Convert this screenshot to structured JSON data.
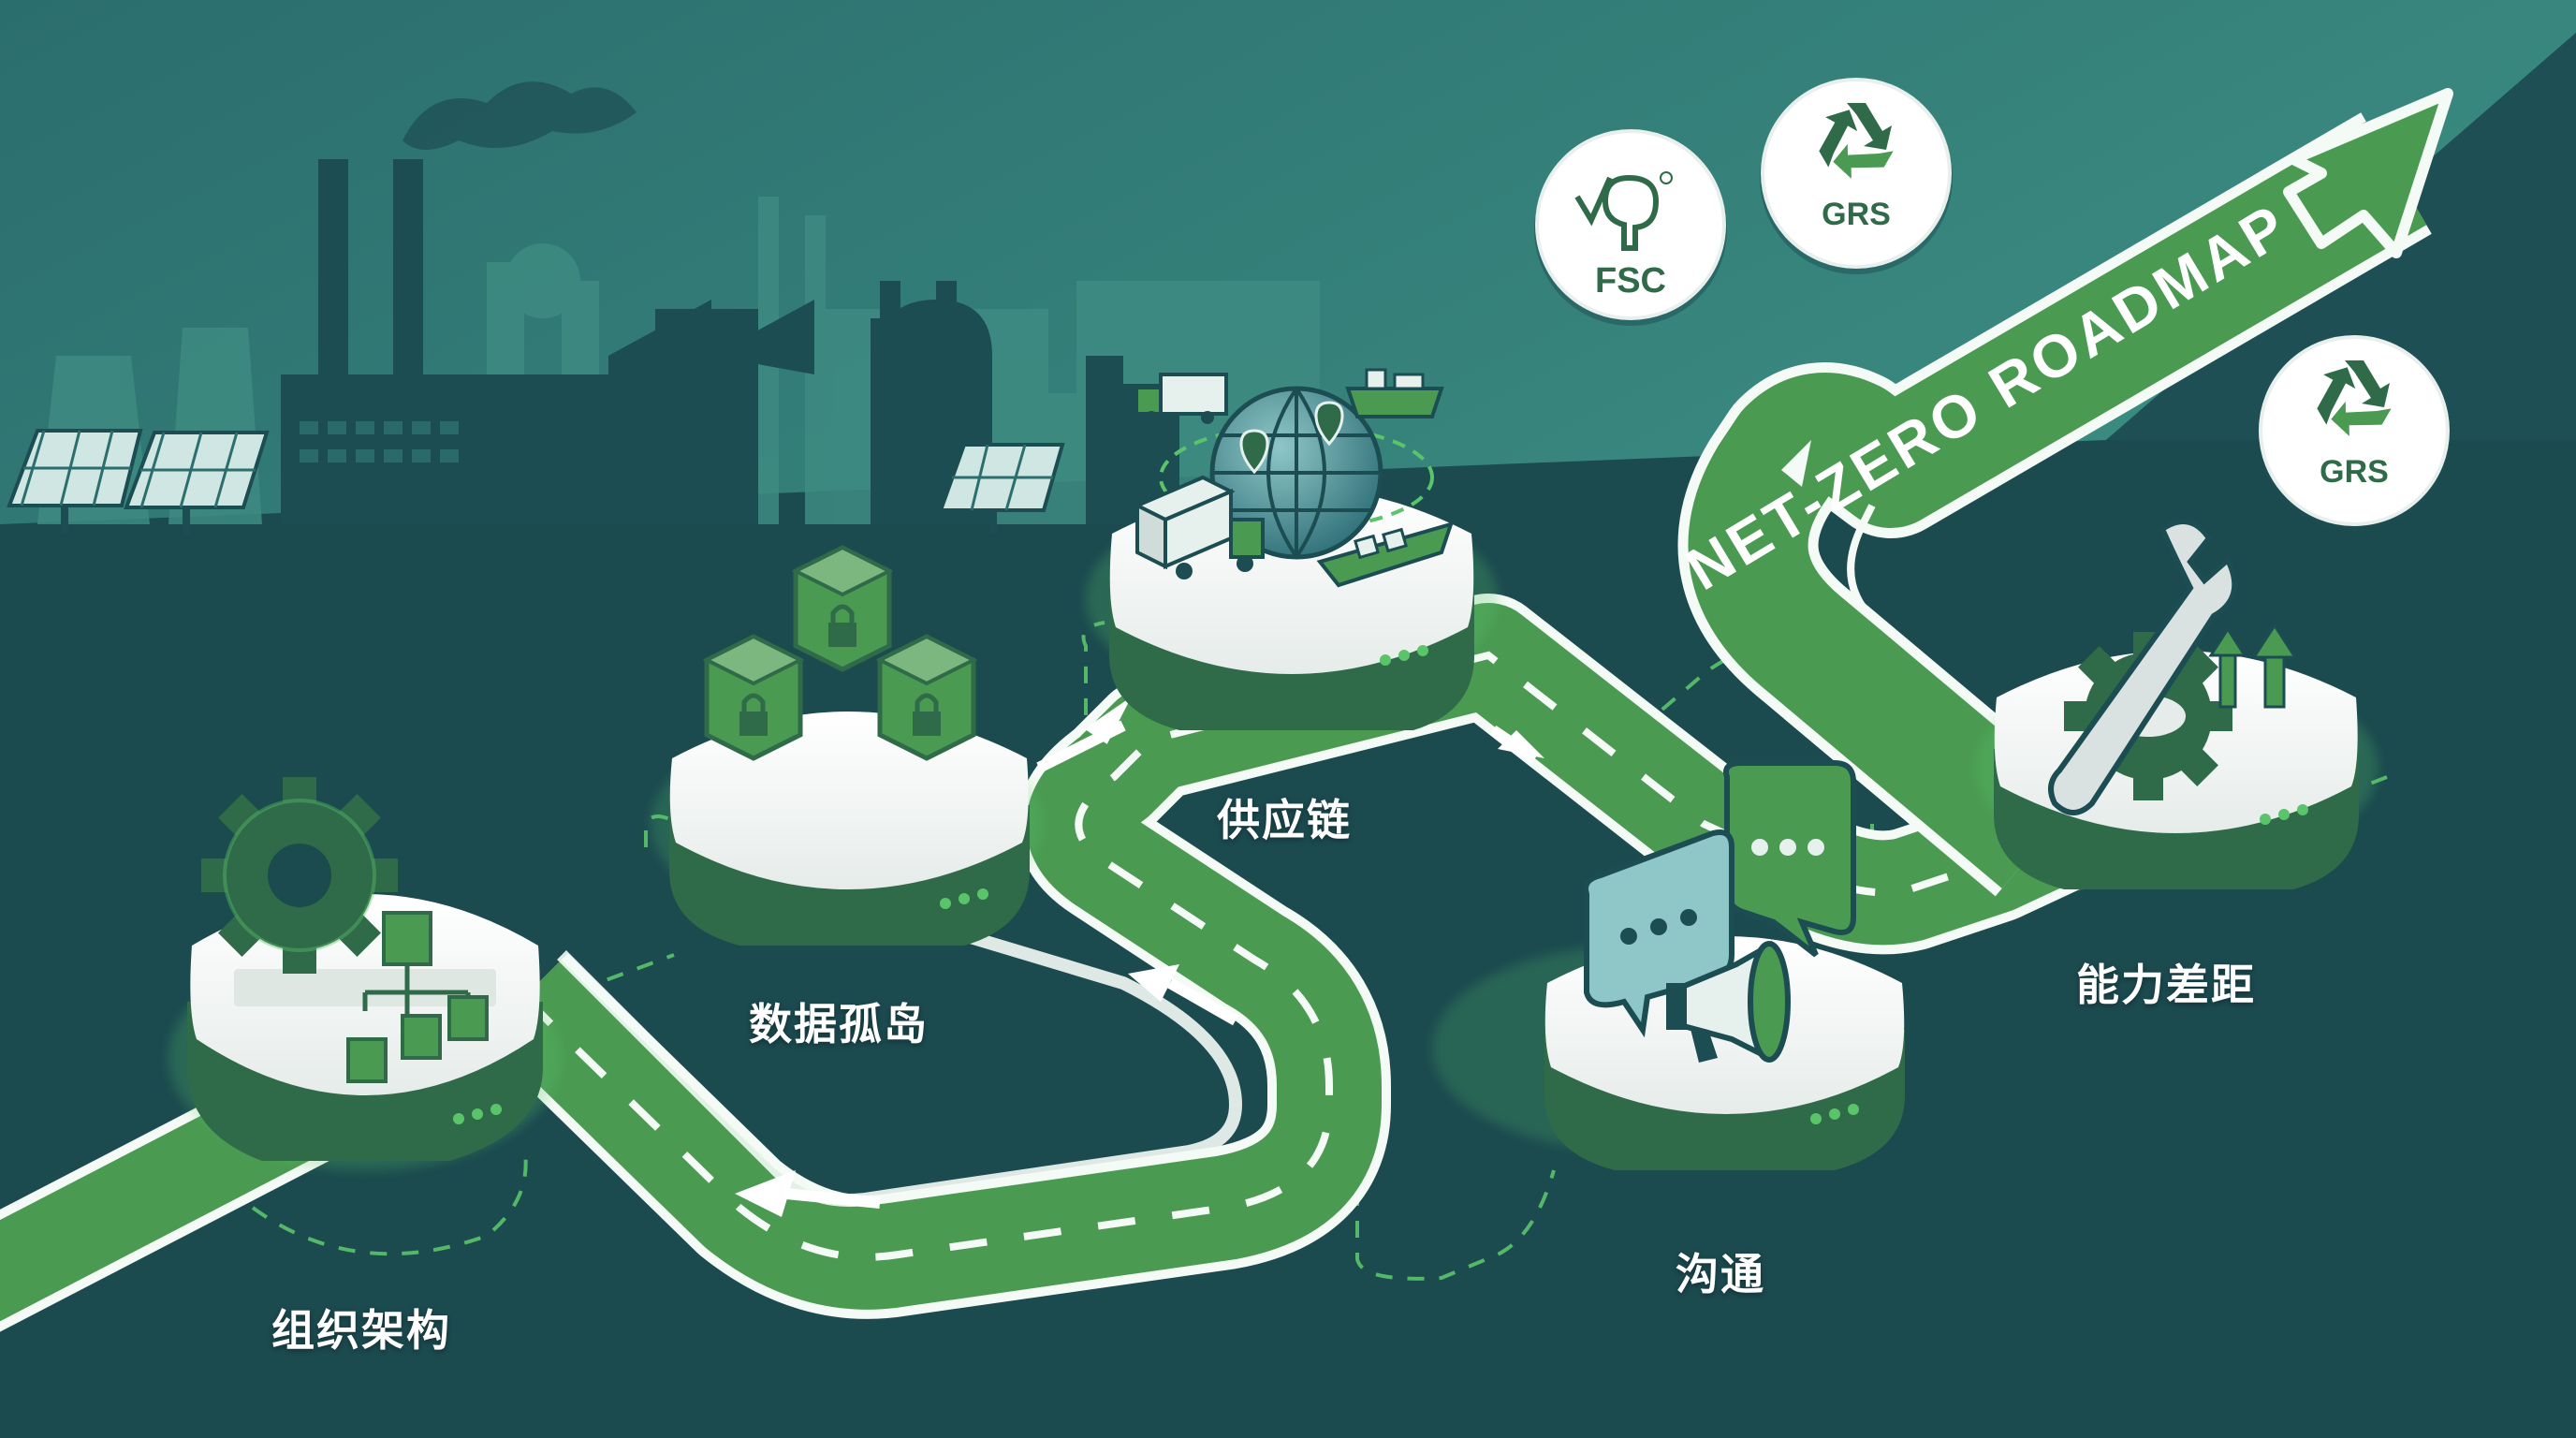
{
  "roadmap": {
    "arrow_label": "NET-ZERO ROADMAP",
    "stages": [
      {
        "label": "组织架构",
        "icon": "org-chart-gear-icon"
      },
      {
        "label": "数据孤岛",
        "icon": "locked-cubes-icon"
      },
      {
        "label": "供应链",
        "icon": "globe-logistics-icon"
      },
      {
        "label": "沟通",
        "icon": "chat-megaphone-icon"
      },
      {
        "label": "能力差距",
        "icon": "wrench-gear-growth-icon"
      }
    ]
  },
  "badges": [
    {
      "label": "FSC",
      "icon": "fsc-tree-icon"
    },
    {
      "label": "GRS",
      "icon": "recycle-icon"
    },
    {
      "label": "GRS",
      "icon": "recycle-icon"
    }
  ],
  "colors": {
    "background": "#1b4a4f",
    "sky": "#2f7c77",
    "road_green": "#4a9a52",
    "road_edge": "#eef6f0",
    "accent_green": "#5ac46a",
    "platform_top": "#ffffff",
    "platform_side": "#2f6b49"
  }
}
